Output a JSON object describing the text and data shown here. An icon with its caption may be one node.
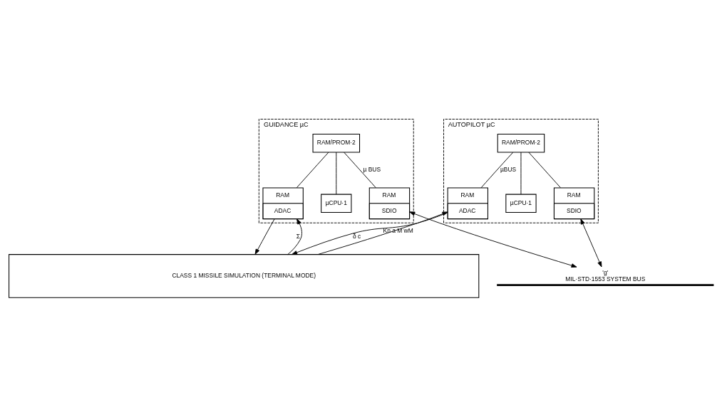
{
  "diagram": {
    "nodes": [
      {
        "text": [
          "GUIDANCE µC"
        ]
      },
      {
        "text": [
          "RAM/PROM·2"
        ],
        "in": 0
      },
      {
        "text": [
          "RAM",
          "ADAC"
        ],
        "in": 0
      },
      {
        "text": [
          "µCPU·1"
        ],
        "in": 0
      },
      {
        "text": [
          "RAM",
          "SDIO"
        ],
        "in": 0
      },
      {
        "text": [
          "AUTOPILOT µC"
        ]
      },
      {
        "text": [
          "RAM/PROM·2"
        ],
        "in": 5
      },
      {
        "text": [
          "RAM",
          "SDIO"
        ],
        "in": 5
      },
      {
        "text": [
          "µCPU·1"
        ],
        "in": 5
      },
      {
        "text": [
          "RAM",
          "ADAC"
        ],
        "in": 5
      },
      {
        "text": [
          "'g'",
          "MIL·STD·1553 SYSTEM BUS"
        ]
      },
      {
        "text": [
          "CLASS 1 MISSILE SIMULATION (TERMINAL MODE)"
        ]
      }
    ],
    "edges": [
      {
        "from": 1,
        "to": 2,
        "arrow": "none"
      },
      {
        "from": 1,
        "to": 3,
        "arrow": "none"
      },
      {
        "from": 1,
        "to": 4,
        "arrow": "none",
        "label": "µ BUS"
      },
      {
        "from": 6,
        "to": 7,
        "arrow": "none"
      },
      {
        "from": 6,
        "to": 8,
        "arrow": "none"
      },
      {
        "from": 6,
        "to": 9,
        "arrow": "none",
        "label": "µBUS"
      },
      {
        "from": 11,
        "to": 2,
        "arrow": "to",
        "label": "Σ"
      },
      {
        "from": 2,
        "to": 11,
        "arrow": "to"
      },
      {
        "from": 4,
        "to": 10,
        "arrow": "both"
      },
      {
        "from": 7,
        "to": 10,
        "arrow": "both"
      },
      {
        "from": 11,
        "to": 9,
        "arrow": "to",
        "label": "Kn a M wM"
      },
      {
        "from": 9,
        "to": 11,
        "arrow": "to",
        "label": "δ c"
      }
    ]
  }
}
